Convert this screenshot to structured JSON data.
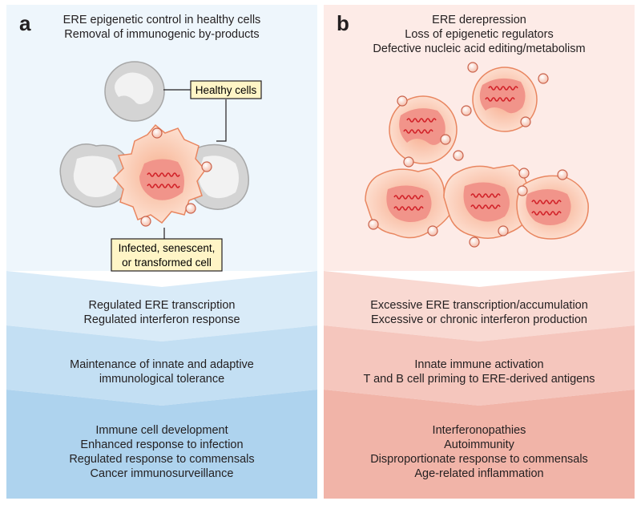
{
  "panel_a": {
    "letter": "a",
    "header": [
      "ERE epigenetic control in healthy cells",
      "Removal of immunogenic by-products"
    ],
    "labels": {
      "healthy": "Healthy cells",
      "infected": [
        "Infected, senescent,",
        "or transformed cell"
      ]
    },
    "bands": [
      [
        "Regulated ERE transcription",
        "Regulated interferon response"
      ],
      [
        "Maintenance of innate and adaptive",
        "immunological tolerance"
      ],
      [
        "Immune cell development",
        "Enhanced response to infection",
        "Regulated response to commensals",
        "Cancer immunosurveillance"
      ]
    ],
    "colors": [
      "#eef6fc",
      "#d9ebf8",
      "#c3dff3",
      "#aed3ee"
    ]
  },
  "panel_b": {
    "letter": "b",
    "header": [
      "ERE derepression",
      "Loss of epigenetic regulators",
      "Defective nucleic acid editing/metabolism"
    ],
    "bands": [
      [
        "Excessive ERE transcription/accumulation",
        "Excessive or chronic interferon production"
      ],
      [
        "Innate immune activation",
        "T and B cell priming to ERE-derived antigens"
      ],
      [
        "Interferonopathies",
        "Autoimmunity",
        "Disproportionate response to commensals",
        "Age-related inflammation"
      ]
    ],
    "colors": [
      "#fdebe7",
      "#f9d9d2",
      "#f5c6bd",
      "#f1b4a8"
    ]
  },
  "colors": {
    "label_fill": "#fff5c6",
    "rna": "#d2232a",
    "nucleus": "#f1948a",
    "cell_orange": "#f7b796",
    "healthy_cell": "#d4d4d4"
  }
}
